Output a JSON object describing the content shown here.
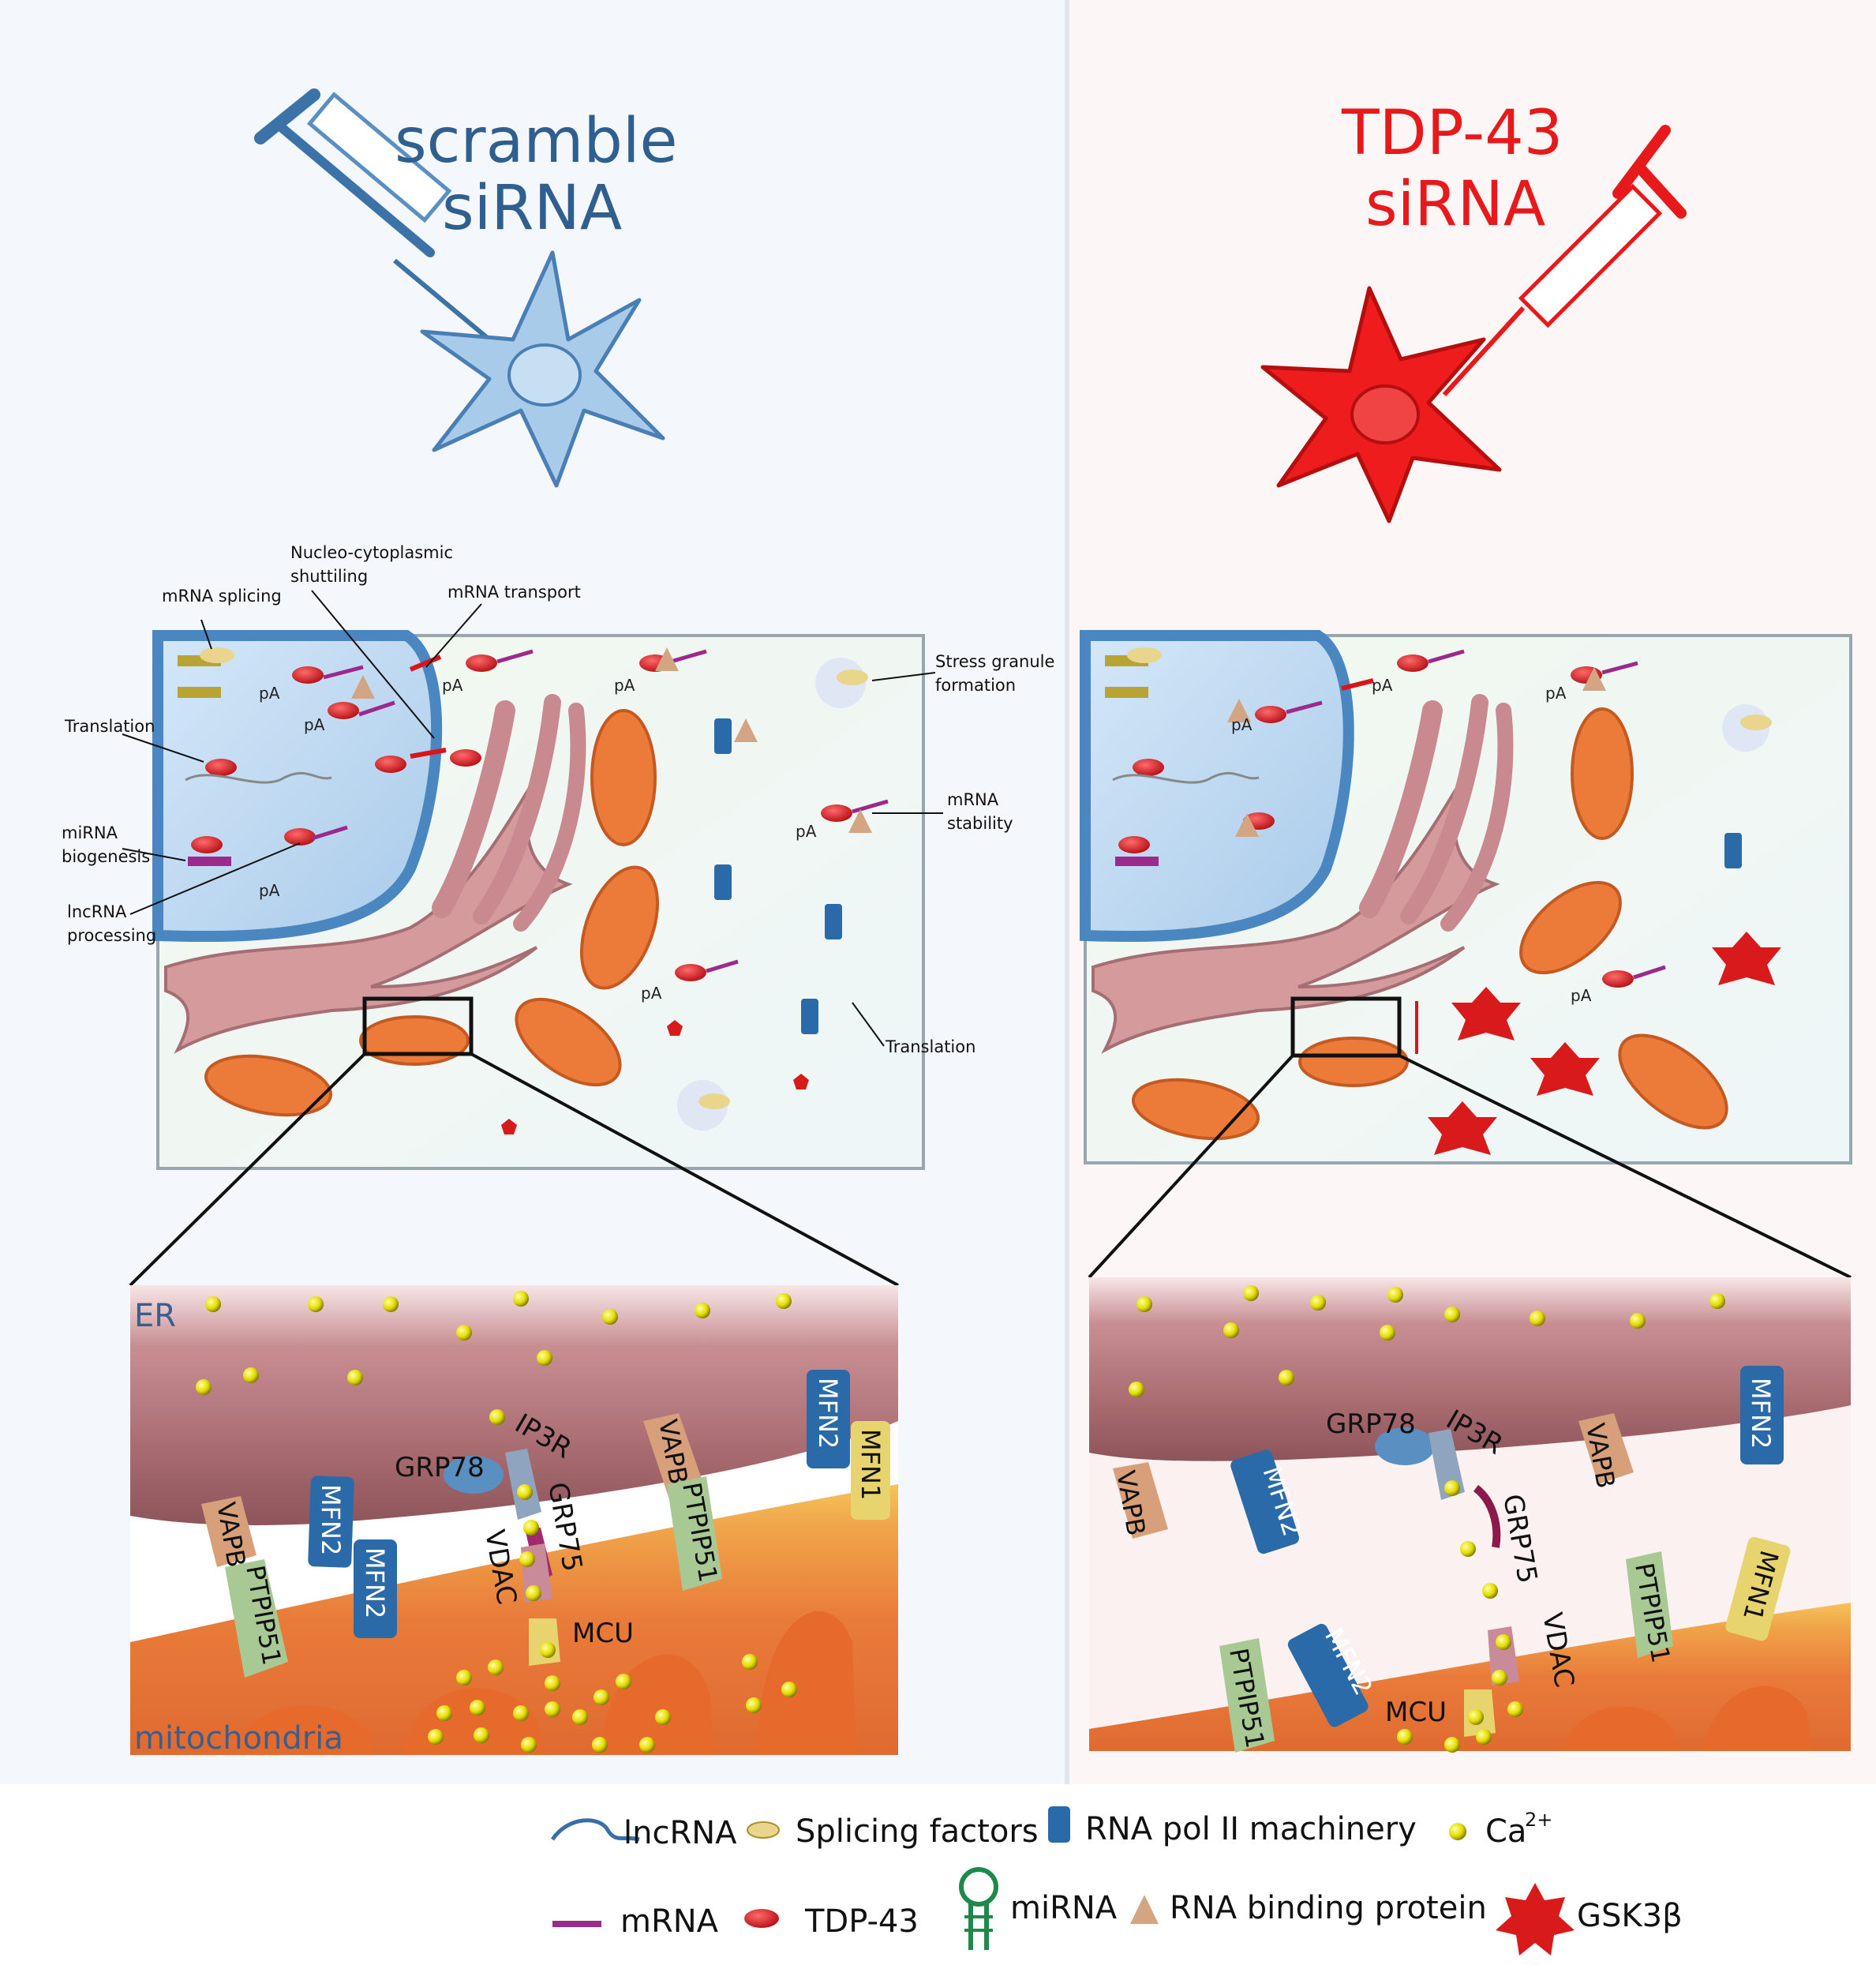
{
  "left_panel": {
    "title_line1": "scramble",
    "title_line2": "siRNA",
    "title_color": "#2e5f8f",
    "cell_color": "#a9cbea",
    "annotations": {
      "mrna_splicing": "mRNA splicing",
      "nucleo_line1": "Nucleo-cytoplasmic",
      "nucleo_line2": "shuttiling",
      "mrna_transport": "mRNA transport",
      "translation_nucleus": "Translation",
      "mirna_line1": "miRNA",
      "mirna_line2": "biogenesis",
      "lncrna_line1": "lncRNA",
      "lncrna_line2": "processing",
      "stress_line1": "Stress granule",
      "stress_line2": "formation",
      "stability_line1": "mRNA",
      "stability_line2": "stability",
      "translation_cyto": "Translation",
      "pa": "pA"
    },
    "zoom_labels": {
      "er": "ER",
      "mito": "mitochondria",
      "grp78": "GRP78",
      "ip3r": "IP3R",
      "grp75": "GRP75",
      "vdac": "VDAC",
      "mcu": "MCU",
      "vapb": "VAPB",
      "ptpip51": "PTPIP51",
      "mfn2": "MFN2",
      "mfn1": "MFN1"
    }
  },
  "right_panel": {
    "title_line1": "TDP-43",
    "title_line2": "siRNA",
    "title_color": "#e8191a",
    "cell_color": "#ee1c1c",
    "pa": "pA",
    "zoom_labels": {
      "grp78": "GRP78",
      "ip3r": "IP3R",
      "grp75": "GRP75",
      "vdac": "VDAC",
      "mcu": "MCU",
      "vapb": "VAPB",
      "ptpip51": "PTPIP51",
      "mfn2": "MFN2",
      "mfn1": "MFN1"
    }
  },
  "legend": {
    "lncrna": "lncRNA",
    "splicing": "Splicing factors",
    "rnapol": "RNA pol II machinery",
    "ca_base": "Ca",
    "ca_sup": "2+",
    "mrna": "mRNA",
    "tdp43": "TDP-43",
    "mirna": "miRNA",
    "rbp": "RNA binding protein",
    "gsk": "GSK3β"
  },
  "colors": {
    "nucleus": "#bcd9f4",
    "nuclear_envelope": "#4a86c0",
    "er": "#d59a9c",
    "mitochondria": "#ec7b3a",
    "tdp43": "#d9141a",
    "mrna": "#9b2a8c",
    "calcium": "#e8e000",
    "gsk": "#d81a1a",
    "mfn2": "#2a6aa8",
    "mfn1": "#e8d46e",
    "vapb": "#d7a07a",
    "ptpip51": "#a9c994"
  }
}
